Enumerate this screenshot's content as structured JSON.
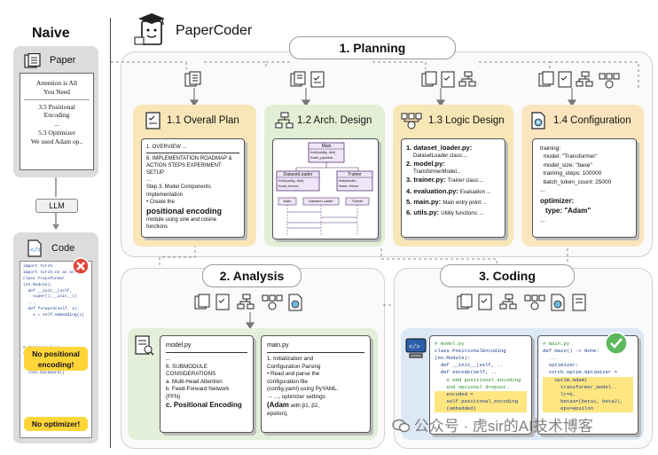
{
  "naive": {
    "title": "Naive",
    "paper_label": "Paper",
    "paper_lines": [
      "Attention is All",
      "You Need",
      "3.5 Positional",
      "Encoding",
      "...",
      "5.3 Optimizer",
      "We used Adam op.."
    ],
    "llm_label": "LLM",
    "code_label": "Code",
    "code_lines": [
      "import torch",
      "import torch.nn as nn",
      "",
      "class Transformer",
      "(nn.Module):",
      "  def __init__(self,",
      "    super().__init__()",
      "  ...",
      "  def forward(self, x):",
      "    x = self.embedding(x)"
    ],
    "code_lines_2": [
      "# Training loop",
      "for epoch in range(5):",
      "  outputs = model(inputs)",
      "  ...",
      "  loss.backward()"
    ],
    "warning_1": "No positional encoding!",
    "warning_2": "No optimizer!"
  },
  "papercoder": {
    "title": "PaperCoder"
  },
  "planning": {
    "label": "1. Planning",
    "overall_plan": {
      "title": "1.1 Overall Plan",
      "lines": [
        "1. OVERVIEW ...",
        "6. IMPLEMENTATION ROADMAP &",
        "ACTION STEPS EXPERIMENT SETUP",
        "...",
        "Step 3. Model Components",
        "Implementation",
        "• Create the"
      ],
      "emphasis": "positional encoding",
      "tail": [
        "module using sine and cosine",
        "functions"
      ]
    },
    "arch_design": {
      "title": "1.2 Arch. Design",
      "main": "Main",
      "main_rows": [
        "+init(config: dict)",
        "+train_pipeline..."
      ],
      "dataset_loader": "DatasetLoader",
      "dataset_loader_rows": [
        "+init(config: dict)",
        "+load_tensor..."
      ],
      "trainer": "Trainer",
      "trainer_rows": [
        "+init(model...",
        "+train->None"
      ],
      "seq_actors": [
        "Main",
        "Dataset Loader",
        "Trainer"
      ]
    },
    "logic_design": {
      "title": "1.3 Logic Design",
      "items": [
        {
          "num": "1.",
          "file": "dataset_loader.py:",
          "desc": "DatasetLoader class:..."
        },
        {
          "num": "2.",
          "file": "model.py:",
          "desc": "TransformerModel..."
        },
        {
          "num": "3.",
          "file": "trainer.py:",
          "desc": "Trainer class:..."
        },
        {
          "num": "4.",
          "file": "evaluation.py:",
          "desc": "Evaluation ..."
        },
        {
          "num": "5.",
          "file": "main.py:",
          "desc": "Main entry point: .."
        },
        {
          "num": "6.",
          "file": "utils.py:",
          "desc": "Utility functions: ..."
        }
      ]
    },
    "configuration": {
      "title": "1.4 Configuration",
      "lines": [
        "training:",
        "  model: \"Transformer\"",
        "  model_size: \"base\"",
        "  training_steps: 100000",
        "  batch_token_count: 25000",
        "..."
      ],
      "optimizer_label": "optimizer:",
      "optimizer_type": "type: \"Adam\"",
      "tail": "..."
    }
  },
  "analysis": {
    "label": "2. Analysis",
    "model_card": {
      "file": "model.py",
      "lines": [
        "...",
        "6. SUBMODULE",
        "CONSIDERATIONS",
        "a.  Multi-Head Attention",
        "b.  Feed-Forward Network",
        "     (FFN)"
      ],
      "emphasis": "c.  Positional Encoding"
    },
    "main_card": {
      "file": "main.py",
      "lines": [
        "1. Initialization and",
        "Configuration Parsing",
        "• Read and parse the",
        "configuration file",
        "(config.yaml) using PyYAML.",
        "→ ..., optimizer settings"
      ],
      "emphasis": "(Adam",
      "emphasis_tail": " with β1, β2,",
      "tail": "epsilon),"
    }
  },
  "coding": {
    "label": "3. Coding",
    "model_code": [
      "# model.py",
      "class PositionalEncoding",
      "(nn.Module):",
      "",
      "  def __init__(self, ..",
      "  def encode(self, ..",
      "",
      "    # Add positional encoding",
      "    and optional dropout.",
      "    encoded =",
      "    self.positional_encoding",
      "    (embedded)"
    ],
    "main_code": [
      "# main.py",
      "def main() -> None:",
      "  ...",
      "  optimizer:",
      "  torch.optim.Optimizer =",
      "    optim.Adam(",
      "      transformer_model..",
      "      lr=0,",
      "      betas=(beta1, beta2),",
      "      eps=epsilon"
    ]
  },
  "watermark": "公众号 · 虎sir的AI技术博客",
  "colors": {
    "plan_orange": "#f9e6b8",
    "arch_green": "#e2efd4",
    "logic_yellow": "#f7e7b6",
    "config_orange": "#fbe5bf",
    "analysis_green": "#e3efd8",
    "coding_blue": "#dce8f6",
    "warn_yellow": "#ffd53a",
    "check_green": "#5cb85c",
    "cross_red": "#e0463c"
  }
}
